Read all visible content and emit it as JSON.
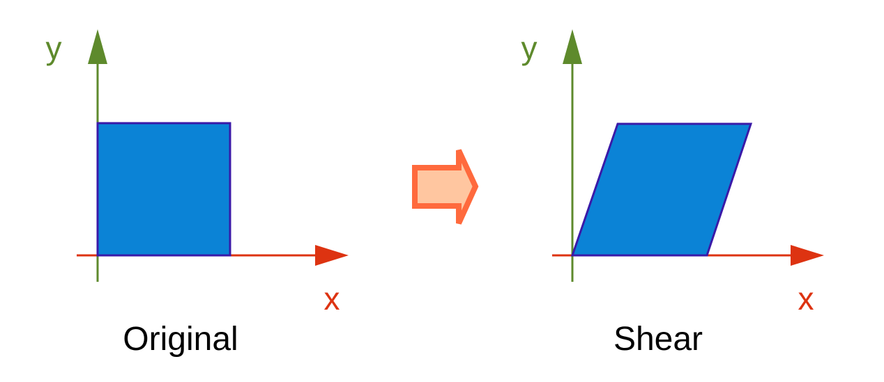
{
  "diagram": {
    "left_panel": {
      "caption": "Original",
      "x_axis_label": "x",
      "y_axis_label": "y"
    },
    "right_panel": {
      "caption": "Shear",
      "x_axis_label": "x",
      "y_axis_label": "y"
    },
    "transition": {
      "icon": "right-arrow-icon"
    }
  },
  "colors": {
    "x_axis": "#dd3311",
    "y_axis": "#5e8a2c",
    "shape_fill": "#0b83d6",
    "shape_stroke": "#3a1aa8",
    "arrow_fill": "#ffc6a0",
    "arrow_stroke": "#ff6a3d",
    "caption_text": "#000000"
  }
}
